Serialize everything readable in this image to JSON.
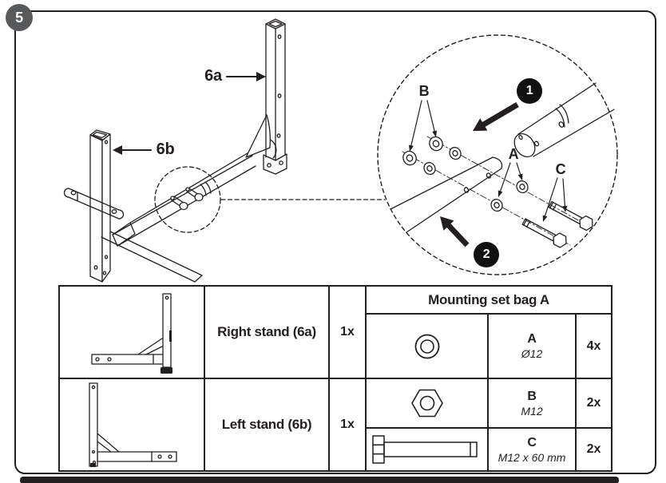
{
  "page": {
    "step_number": "5"
  },
  "diagram": {
    "part_labels": {
      "right_stand": "6a",
      "left_stand": "6b"
    },
    "detail_labels": {
      "washer": "A",
      "nut": "B",
      "bolt": "C"
    },
    "step_badges": {
      "first": "1",
      "second": "2"
    },
    "icons": {
      "zoom_area": "dashed-detail-circle",
      "direction_1": "thick-arrow-down-left",
      "direction_2": "thick-arrow-up-left"
    }
  },
  "parts_table": {
    "rows": [
      {
        "name": "Right stand (6a)",
        "qty": "1x",
        "image": "right-stand-thumbnail"
      },
      {
        "name": "Left stand (6b)",
        "qty": "1x",
        "image": "left-stand-thumbnail"
      }
    ],
    "mounting_set": {
      "header": "Mounting set bag A",
      "items": [
        {
          "id": "A",
          "spec": "Ø12",
          "qty": "4x",
          "icon": "washer-icon"
        },
        {
          "id": "B",
          "spec": "M12",
          "qty": "2x",
          "icon": "hex-nut-icon"
        },
        {
          "id": "C",
          "spec": "M12 x 60 mm",
          "qty": "2x",
          "icon": "hex-bolt-icon"
        }
      ]
    }
  },
  "colors": {
    "line": "#231F20",
    "step_badge_bg": "#58595B",
    "callout_badge_bg": "#111111",
    "background": "#FFFFFF"
  }
}
